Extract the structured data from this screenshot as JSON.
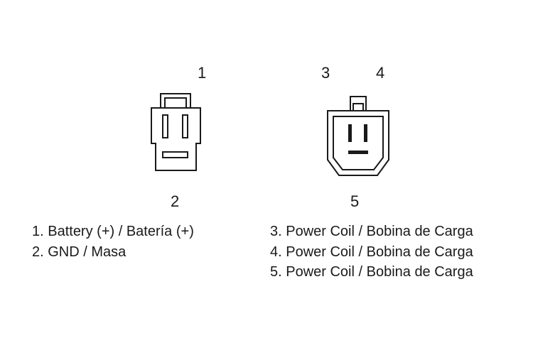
{
  "connector_a": {
    "pin_labels": [
      "1",
      "2"
    ]
  },
  "connector_b": {
    "pin_labels": [
      "3",
      "4",
      "5"
    ]
  },
  "legend_a": [
    "1. Battery (+) / Batería (+)",
    "2. GND / Masa"
  ],
  "legend_b": [
    "3. Power Coil / Bobina de Carga",
    "4. Power Coil / Bobina de Carga",
    "5. Power Coil / Bobina de Carga"
  ],
  "colors": {
    "stroke": "#1a1a1a",
    "background": "#ffffff"
  }
}
